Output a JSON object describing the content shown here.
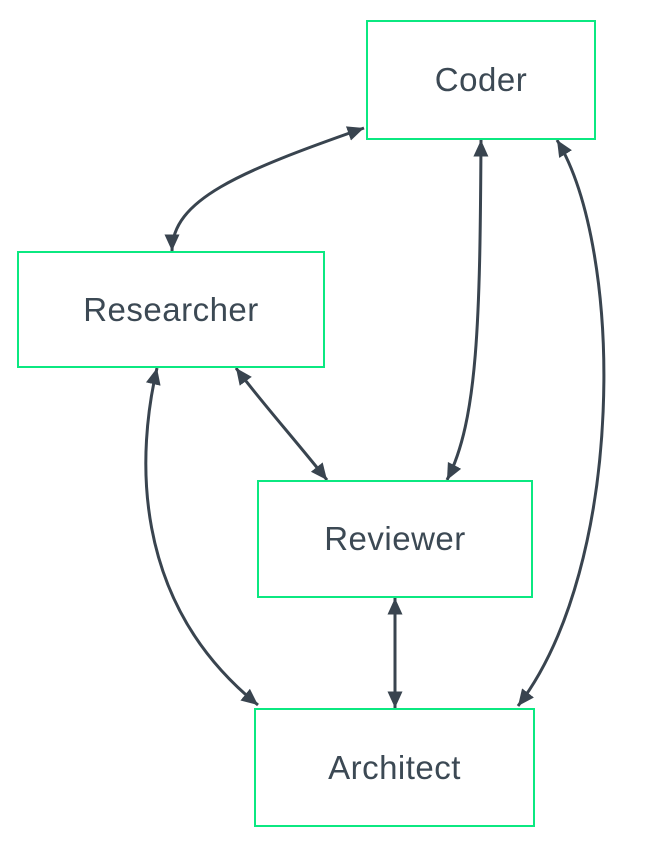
{
  "diagram": {
    "type": "flowchart",
    "orientation": "top-down",
    "nodes": [
      {
        "id": "coder",
        "label": "Coder"
      },
      {
        "id": "researcher",
        "label": "Researcher"
      },
      {
        "id": "reviewer",
        "label": "Reviewer"
      },
      {
        "id": "architect",
        "label": "Architect"
      }
    ],
    "edges": [
      {
        "from": "researcher",
        "to": "coder",
        "bidirectional": true
      },
      {
        "from": "researcher",
        "to": "reviewer",
        "bidirectional": true
      },
      {
        "from": "coder",
        "to": "reviewer",
        "bidirectional": true
      },
      {
        "from": "reviewer",
        "to": "architect",
        "bidirectional": true
      },
      {
        "from": "researcher",
        "to": "architect",
        "bidirectional": true
      },
      {
        "from": "coder",
        "to": "architect",
        "bidirectional": true
      }
    ]
  },
  "colors": {
    "background": "#ffffff",
    "node_fill": "#ffffff",
    "node_border": "#0be881",
    "label_text": "#3c4954",
    "edge_stroke": "#39444f"
  }
}
